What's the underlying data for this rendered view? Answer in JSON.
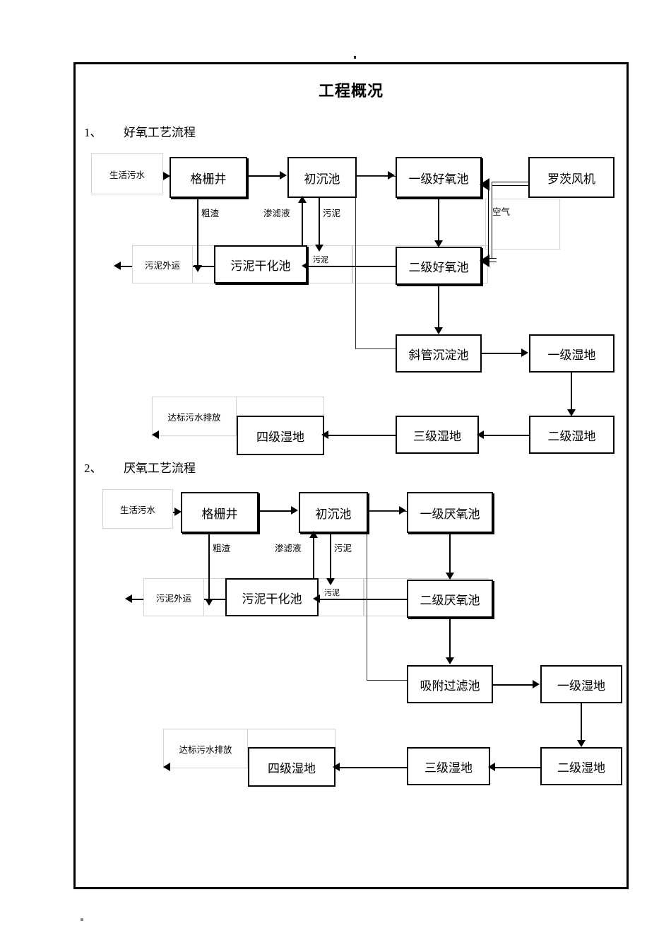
{
  "document": {
    "title": "工程概况"
  },
  "sections": [
    {
      "number": "1、",
      "title": "好氧工艺流程"
    },
    {
      "number": "2、",
      "title": "厌氧工艺流程"
    }
  ],
  "diagram_aerobic": {
    "nodes": {
      "influent": "生活污水",
      "grit": "格栅井",
      "primary": "初沉池",
      "aerobic1": "一级好氧池",
      "blower": "罗茨风机",
      "aerobic2": "二级好氧池",
      "sludge_dry": "污泥干化池",
      "sludge_out": "污泥外运",
      "settler": "斜管沉淀池",
      "wetland1": "一级湿地",
      "wetland2": "二级湿地",
      "wetland3": "三级湿地",
      "wetland4": "四级湿地",
      "discharge": "达标污水排放"
    },
    "edge_labels": {
      "coarse": "粗渣",
      "leachate": "渗滤液",
      "sludge": "污泥",
      "sludge2": "污泥",
      "air": "空气"
    }
  },
  "diagram_anaerobic": {
    "nodes": {
      "influent": "生活污水",
      "grit": "格栅井",
      "primary": "初沉池",
      "anaerobic1": "一级厌氧池",
      "anaerobic2": "二级厌氧池",
      "sludge_dry": "污泥干化池",
      "sludge_out": "污泥外运",
      "filter": "吸附过滤池",
      "wetland1": "一级湿地",
      "wetland2": "二级湿地",
      "wetland3": "三级湿地",
      "wetland4": "四级湿地",
      "discharge": "达标污水排放"
    },
    "edge_labels": {
      "coarse": "粗渣",
      "leachate": "渗滤液",
      "sludge": "污泥",
      "sludge2": "污泥"
    }
  }
}
